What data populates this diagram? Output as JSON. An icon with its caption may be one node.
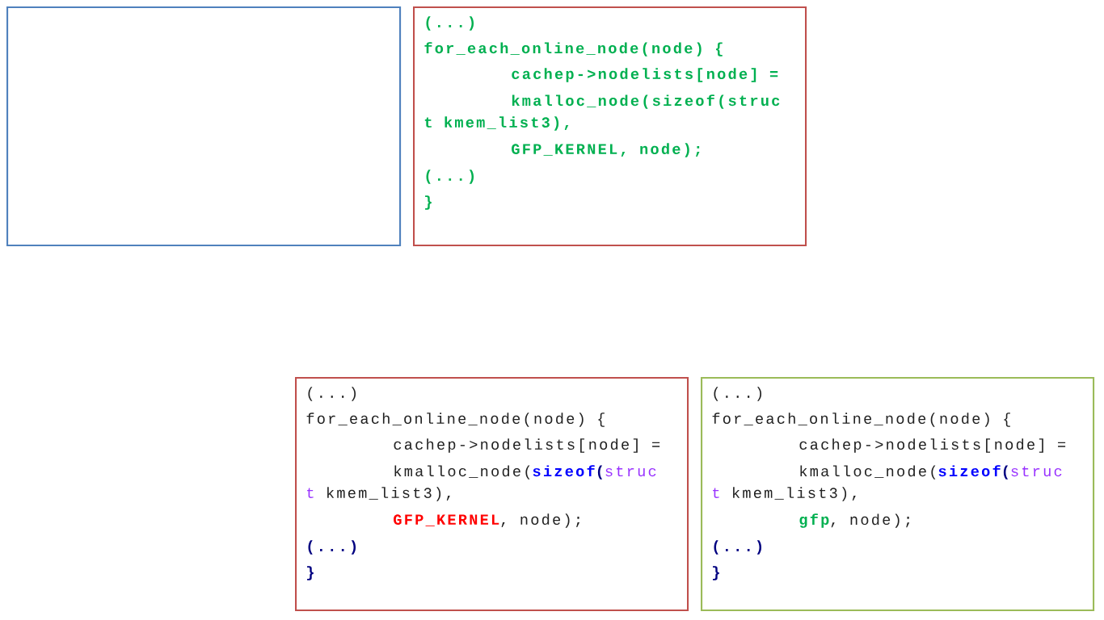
{
  "diagram": {
    "nodes": [
      {
        "text": [],
        "shape": "box"
      },
      {
        "text": [
          "(...)",
          "for_each_online_node(node) {",
          "cachep->nodelists[node] =",
          "kmalloc_node(sizeof(struc",
          "t kmem_list3),",
          "GFP_KERNEL, node);",
          "(...)",
          "}"
        ]
      },
      {
        "text": [
          "(...)",
          "for_each_online_node(node) {",
          "cachep->nodelists[node] =",
          "kmalloc_node(",
          "sizeof",
          "(",
          "struc",
          "t",
          "kmem_list3),",
          "GFP_KERNEL",
          ", node);",
          "(...)",
          "}"
        ]
      },
      {
        "text": [
          "(...)",
          "for_each_online_node(node) {",
          "cachep->nodelists[node] =",
          "kmalloc_node(",
          "sizeof",
          "(",
          "struc",
          "t",
          "kmem_list3),",
          "gfp",
          ", node);",
          "(...)",
          "}"
        ]
      }
    ]
  }
}
